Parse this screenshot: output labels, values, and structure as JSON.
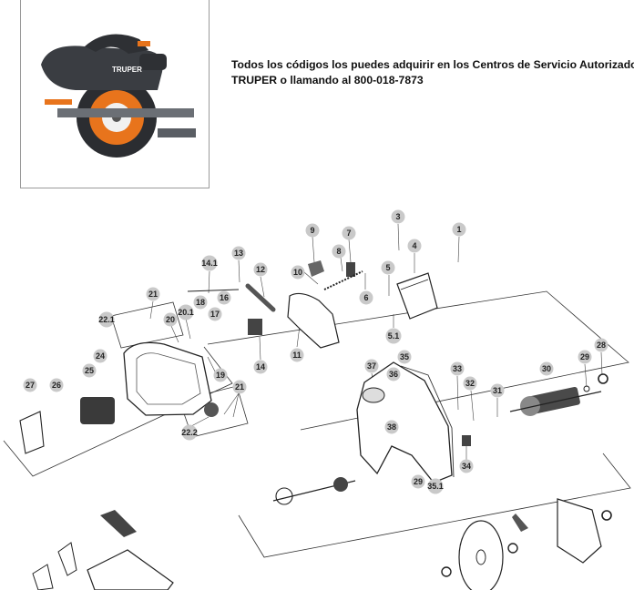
{
  "notice": {
    "line1": "Todos los códigos los puedes adquirir en los Centros de Servicio Autorizado",
    "line2": "TRUPER o llamando al 800-018-7873"
  },
  "product": {
    "brand": "TRUPER"
  },
  "callouts": {
    "c1": "1",
    "c3": "3",
    "c4": "4",
    "c5": "5",
    "c5_1": "5.1",
    "c6": "6",
    "c7": "7",
    "c8": "8",
    "c9": "9",
    "c10": "10",
    "c11": "11",
    "c12": "12",
    "c13": "13",
    "c14": "14",
    "c14_1": "14.1",
    "c16": "16",
    "c17": "17",
    "c18": "18",
    "c19": "19",
    "c20": "20",
    "c20_1": "20.1",
    "c21a": "21",
    "c21b": "21",
    "c22_1": "22.1",
    "c22_2": "22.2",
    "c24": "24",
    "c25": "25",
    "c26": "26",
    "c27": "27",
    "c28": "28",
    "c29a": "29",
    "c29b": "29",
    "c30": "30",
    "c31": "31",
    "c32": "32",
    "c33": "33",
    "c34": "34",
    "c35": "35",
    "c35_1": "35.1",
    "c36": "36",
    "c37": "37",
    "c38": "38"
  },
  "colors": {
    "callout_fill": "#c9c9c9",
    "line": "#333333",
    "product_orange": "#e8741c",
    "product_body": "#3a3d42"
  }
}
